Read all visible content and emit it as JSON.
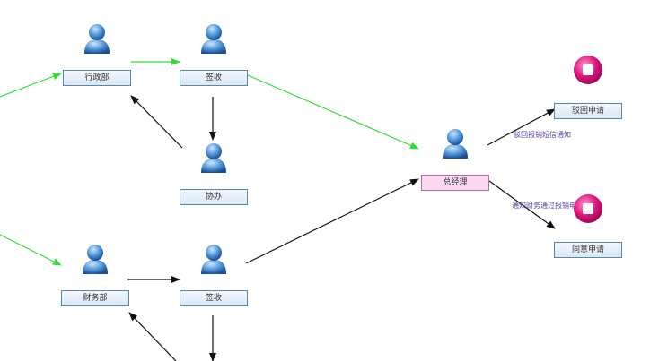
{
  "nodes": {
    "admin_dept": {
      "label": "行政部",
      "icon": "person-icon"
    },
    "sign_top": {
      "label": "签收",
      "icon": "person-icon"
    },
    "assist": {
      "label": "协办",
      "icon": "person-icon"
    },
    "finance_dept": {
      "label": "财务部",
      "icon": "person-icon"
    },
    "sign_bottom": {
      "label": "签收",
      "icon": "person-icon"
    },
    "gm": {
      "label": "总经理",
      "icon": "person-icon"
    },
    "reject": {
      "label": "驳回申请",
      "icon": "stop-icon"
    },
    "approve": {
      "label": "同意申请",
      "icon": "stop-icon"
    }
  },
  "edge_labels": {
    "reject_notice": "驳回报销短信通知",
    "approve_notice": "通知财务通过报销申请"
  },
  "colors": {
    "flow_green": "#33dd33",
    "flow_black": "#111111",
    "highlight_fill": "#fbd9f3",
    "stop_magenta": "#e0157f",
    "edge_text": "#5a3f9a"
  }
}
